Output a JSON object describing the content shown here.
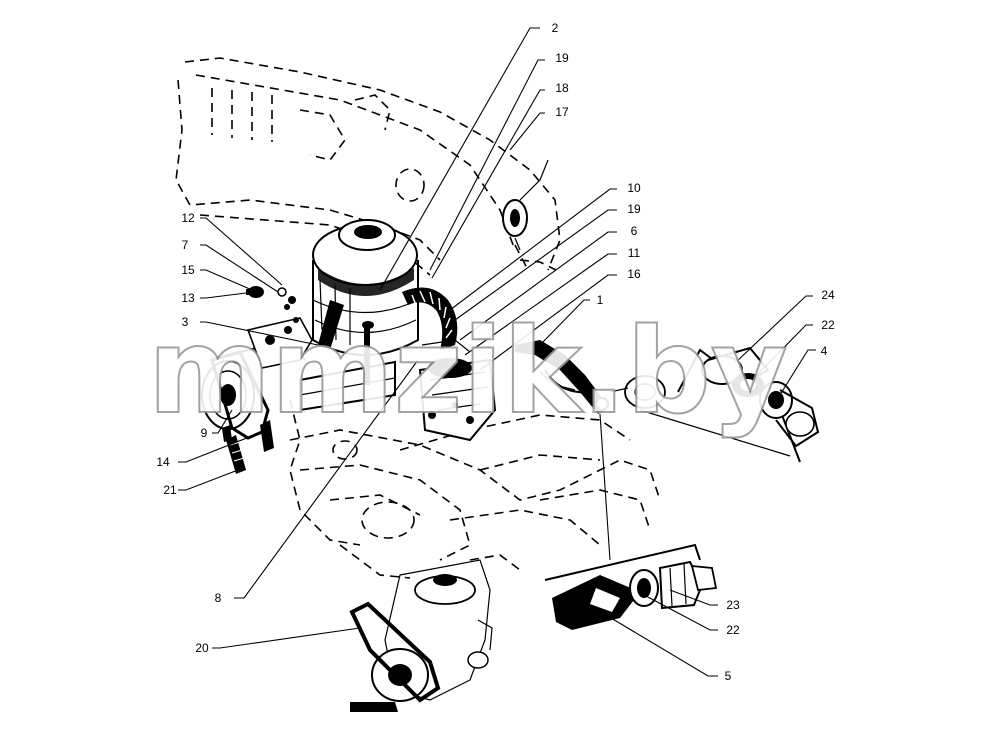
{
  "watermark": "mmzik.by",
  "callouts": {
    "c1": "1",
    "c2": "2",
    "c3": "3",
    "c4": "4",
    "c5": "5",
    "c6": "6",
    "c7": "7",
    "c8": "8",
    "c9": "9",
    "c10": "10",
    "c11": "11",
    "c12": "12",
    "c13": "13",
    "c14": "14",
    "c15": "15",
    "c16": "16",
    "c17": "17",
    "c18": "18",
    "c19a": "19",
    "c19b": "19",
    "c20": "20",
    "c21": "21",
    "c22a": "22",
    "c22b": "22",
    "c23": "23",
    "c24": "24"
  }
}
